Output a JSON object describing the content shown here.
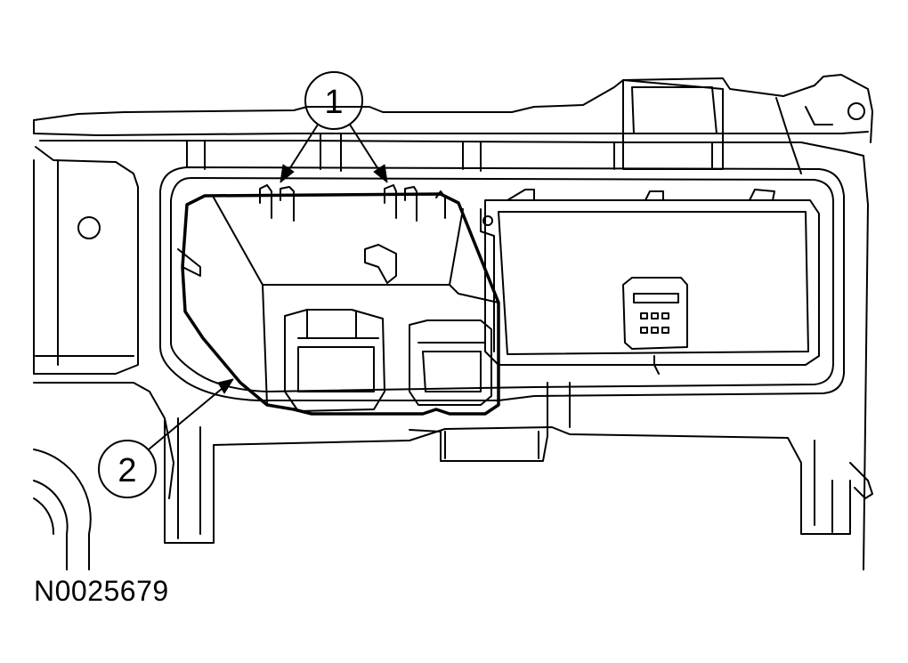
{
  "figure": {
    "id": "N0025679",
    "callouts": [
      {
        "label": "1"
      },
      {
        "label": "2"
      }
    ]
  },
  "colors": {
    "ink": "#000000",
    "paper": "#ffffff"
  }
}
